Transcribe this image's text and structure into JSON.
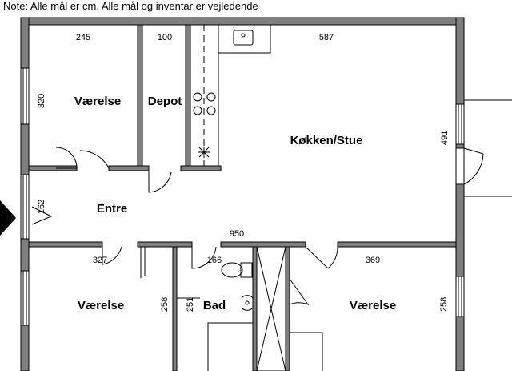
{
  "note": "Note: Alle mål er cm. Alle mål og inventar er vejledende",
  "rooms": {
    "vaerelse_top": "Værelse",
    "depot": "Depot",
    "kokken_stue": "Køkken/Stue",
    "entre": "Entre",
    "vaerelse_bottom_left": "Værelse",
    "bad": "Bad",
    "vaerelse_bottom_right": "Værelse"
  },
  "dimensions": {
    "vaerelse_top_width": "245",
    "vaerelse_top_depth": "320",
    "depot_width": "100",
    "kokken_width": "587",
    "kokken_depth": "491",
    "entre_depth": "162",
    "total_width": "950",
    "vaerelse_bl_width": "327",
    "vaerelse_bl_depth": "258",
    "bad_width": "166",
    "bad_depth": "251",
    "vaerelse_br_width": "369",
    "vaerelse_br_depth": "258"
  },
  "colors": {
    "wall": "#7f7f7f",
    "line": "#000000",
    "background": "#ffffff"
  }
}
